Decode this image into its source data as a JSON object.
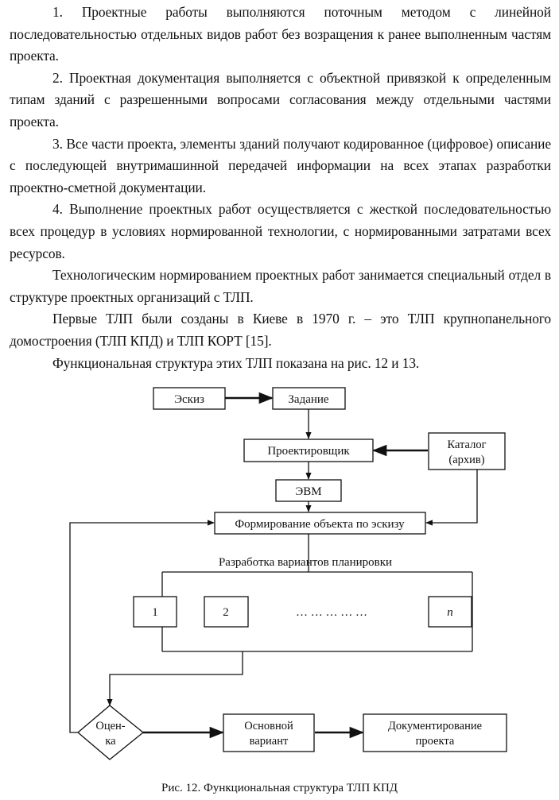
{
  "paragraphs": [
    "1. Проектные работы выполняются поточным методом с линейной последовательностью отдельных видов работ без возращения к ранее выполненным частям проекта.",
    "2. Проектная документация выполняется с объектной привязкой к определенным типам зданий с разрешенными вопросами согласования между отдельными частями проекта.",
    "3. Все части проекта, элементы зданий получают кодированное (цифровое) описание с последующей внутримашинной передачей информации на всех этапах разработки проектно-сметной документации.",
    "4. Выполнение проектных работ осуществляется с жесткой последовательностью всех процедур в условиях нормированной технологии, с нормированными затратами всех ресурсов.",
    "Технологическим нормированием проектных работ занимается специальный отдел в структуре проектных организаций с ТЛП.",
    "Первые ТЛП были созданы в Киеве в 1970 г. – это ТЛП крупнопанельного домостроения (ТЛП КПД) и ТЛП КОРТ [15].",
    "Функциональная структура этих ТЛП показана на рис. 12 и 13."
  ],
  "diagram": {
    "sketch": "Эскиз",
    "task": "Задание",
    "designer": "Проектировщик",
    "catalog_line1": "Каталог",
    "catalog_line2": "(архив)",
    "computer": "ЭВМ",
    "forming": "Формирование объекта по эскизу",
    "variants_title": "Разработка вариантов планировки",
    "v1": "1",
    "v2": "2",
    "dots": "… … … … …",
    "vn": "n",
    "eval_line1": "Оцен-",
    "eval_line2": "ка",
    "main_line1": "Основной",
    "main_line2": "вариант",
    "doc_line1": "Документирование",
    "doc_line2": "проекта"
  },
  "caption": "Рис. 12. Функциональная структура ТЛП КПД"
}
